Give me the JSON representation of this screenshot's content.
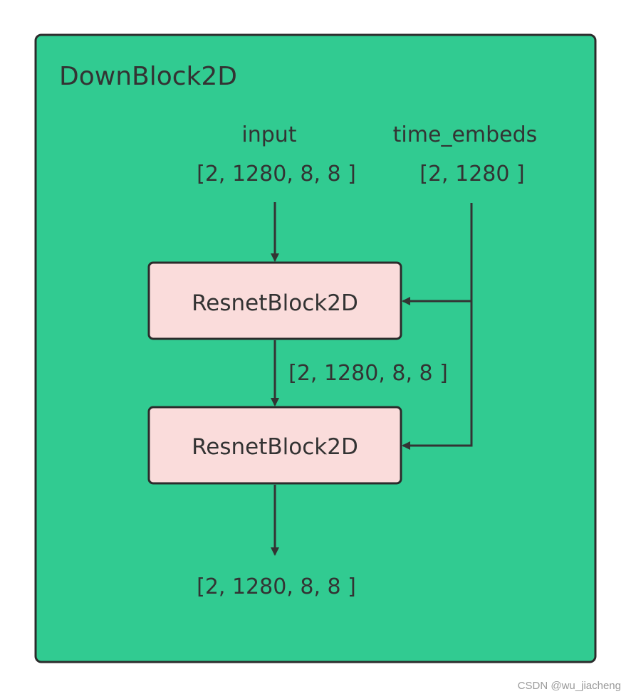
{
  "container": {
    "title": "DownBlock2D",
    "fill_color": "#31CB91",
    "stroke_color": "#2B2B2B"
  },
  "inputs": {
    "input_label": "input",
    "input_shape": "[2, 1280, 8, 8 ]",
    "time_label": "time_embeds",
    "time_shape": "[2, 1280 ]"
  },
  "blocks": [
    {
      "label": "ResnetBlock2D",
      "fill_color": "#FADCDB"
    },
    {
      "label": "ResnetBlock2D",
      "fill_color": "#FADCDB"
    }
  ],
  "edges": {
    "between_blocks_shape": "[2, 1280, 8, 8 ]",
    "output_shape": "[2, 1280, 8, 8 ]"
  },
  "line_color": "#333333",
  "watermark": "CSDN @wu_jiacheng"
}
